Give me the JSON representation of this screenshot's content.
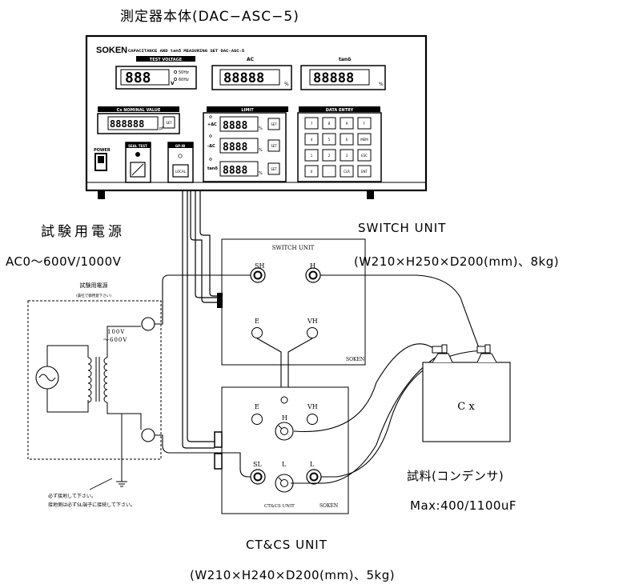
{
  "header": {
    "title": "測定器本体(DAC−ASC−5)"
  },
  "device": {
    "brand": "SOKEN",
    "model_line": "CAPACITANCE AND tanδ MEASURING SET  DAC-ASC-5",
    "test_voltage_label": "TEST VOLTAGE",
    "freq_50": "50Hz",
    "freq_60": "60Hz",
    "unit_v": "V",
    "ac_label": "AC",
    "unit_percent": "%",
    "tan_label": "tanδ",
    "cx_nominal_label": "Cx NOMINAL VALUE",
    "unit_pf": "pF",
    "set_label": "SET",
    "limit_label": "LIMIT",
    "limit_plus": "+ΔC",
    "limit_minus": "-ΔC",
    "limit_tan": "tanδ",
    "data_entry_label": "DATA ENTRY",
    "keys": [
      "7",
      "8",
      "9",
      "F",
      "4",
      "5",
      "6",
      "MEM",
      "1",
      "2",
      "3",
      "ESC",
      "0",
      ".",
      "CLR",
      "ENT"
    ],
    "power_label": "POWER",
    "seal_label": "SEAL TEST",
    "gpib_label": "GP-IB",
    "local_label": "LOCAL",
    "seg3": "888",
    "seg5": "88888",
    "seg6": "888888",
    "seg4": "8888"
  },
  "power_supply": {
    "title": "試験用電源",
    "range": "AC0〜600V/1000V",
    "box_title": "試験用電源",
    "box_note": "(貴社で御用意下さい)",
    "voltage_line1": "100V",
    "voltage_line2": "〜600V",
    "ground_note1": "必ず接地して下さい。",
    "ground_note2": "接地側は必ずSL端子に接続して下さい。"
  },
  "switch_unit": {
    "title": "SWITCH  UNIT",
    "spec": "(W210×H250×D200(mm)、8kg)",
    "panel_title": "SWITCH UNIT",
    "sh": "SH",
    "h": "H",
    "e": "E",
    "vh": "VH",
    "maker": "SOKEN"
  },
  "ctcs_unit": {
    "title": "CT&CS  UNIT",
    "spec": "(W210×H240×D200(mm)、5kg)",
    "e": "E",
    "vh": "VH",
    "h": "H",
    "sl": "SL",
    "l_center": "L",
    "l_right": "L",
    "panel_label": "CT&CS UNIT",
    "maker": "SOKEN"
  },
  "sample": {
    "cx_label": "C x",
    "title": "試料(コンデンサ)",
    "max": "Max:400/1100uF"
  }
}
